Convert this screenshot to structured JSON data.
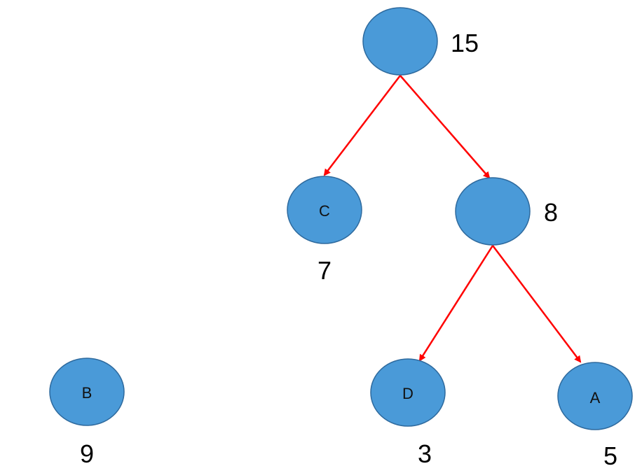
{
  "nodes": {
    "root": {
      "label": "",
      "weight": "15"
    },
    "c": {
      "label": "C",
      "weight": "7"
    },
    "inner": {
      "label": "",
      "weight": "8"
    },
    "d": {
      "label": "D",
      "weight": "3"
    },
    "a": {
      "label": "A",
      "weight": "5"
    },
    "b": {
      "label": "B",
      "weight": "9"
    }
  },
  "colors": {
    "node_fill": "#4a9ad8",
    "node_stroke": "#2e6a9e",
    "edge": "#ff0000"
  }
}
